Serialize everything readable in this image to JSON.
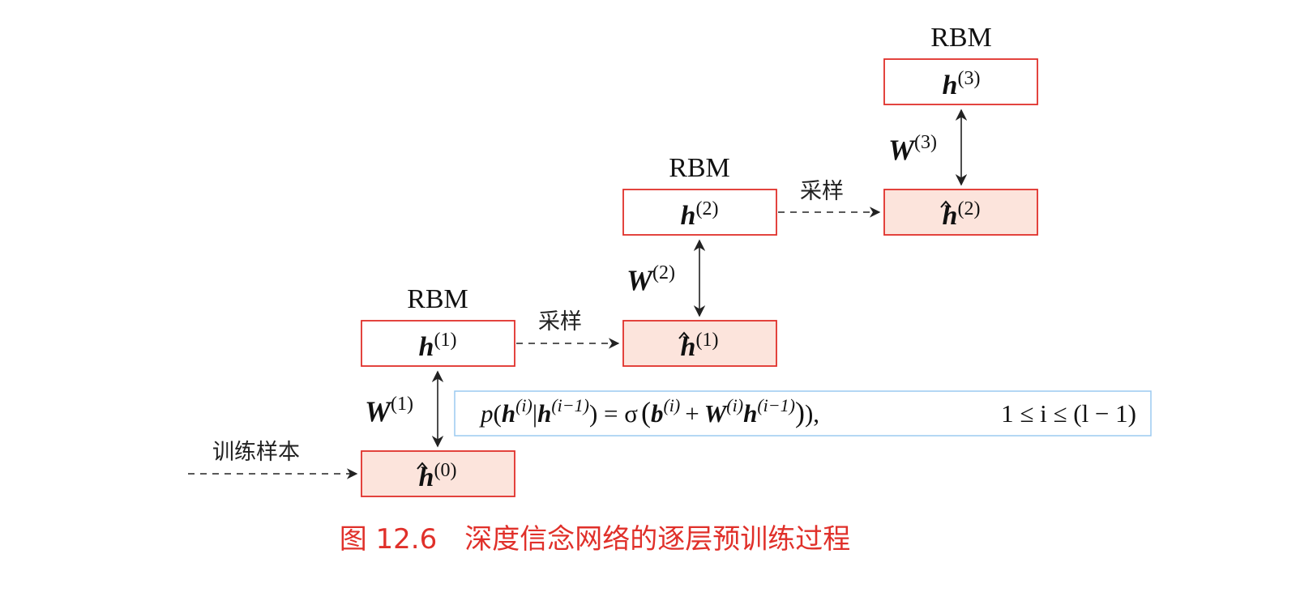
{
  "nodes": [
    {
      "id": "h0hat",
      "base": "h",
      "sup": "(0)",
      "hat": true,
      "filled": true
    },
    {
      "id": "h1",
      "base": "h",
      "sup": "(1)",
      "hat": false,
      "filled": false
    },
    {
      "id": "h1hat",
      "base": "h",
      "sup": "(1)",
      "hat": true,
      "filled": true
    },
    {
      "id": "h2",
      "base": "h",
      "sup": "(2)",
      "hat": false,
      "filled": false
    },
    {
      "id": "h2hat",
      "base": "h",
      "sup": "(2)",
      "hat": true,
      "filled": true
    },
    {
      "id": "h3",
      "base": "h",
      "sup": "(3)",
      "hat": false,
      "filled": false
    }
  ],
  "rbm_labels": [
    "RBM",
    "RBM",
    "RBM"
  ],
  "weights": [
    {
      "base": "W",
      "sup": "(1)"
    },
    {
      "base": "W",
      "sup": "(2)"
    },
    {
      "base": "W",
      "sup": "(3)"
    }
  ],
  "sample_labels": [
    "采样",
    "采样"
  ],
  "train_label": "训练样本",
  "formula": {
    "p": "p",
    "h": "h",
    "sup_i": "(i)",
    "sup_im1": "(i−1)",
    "bar": "|",
    "eq_sigma": ") = σ",
    "b": "b",
    "plus": "+",
    "W": "W",
    "close": "),",
    "range": "1 ≤ i ≤ (l − 1)"
  },
  "caption": "图 12.6　深度信念网络的逐层预训练过程",
  "colors": {
    "box_stroke": "#e0302a",
    "box_fill": "#fce4dc",
    "caption": "#e0302a",
    "formula_border": "#9ccaf0",
    "text": "#111111"
  }
}
